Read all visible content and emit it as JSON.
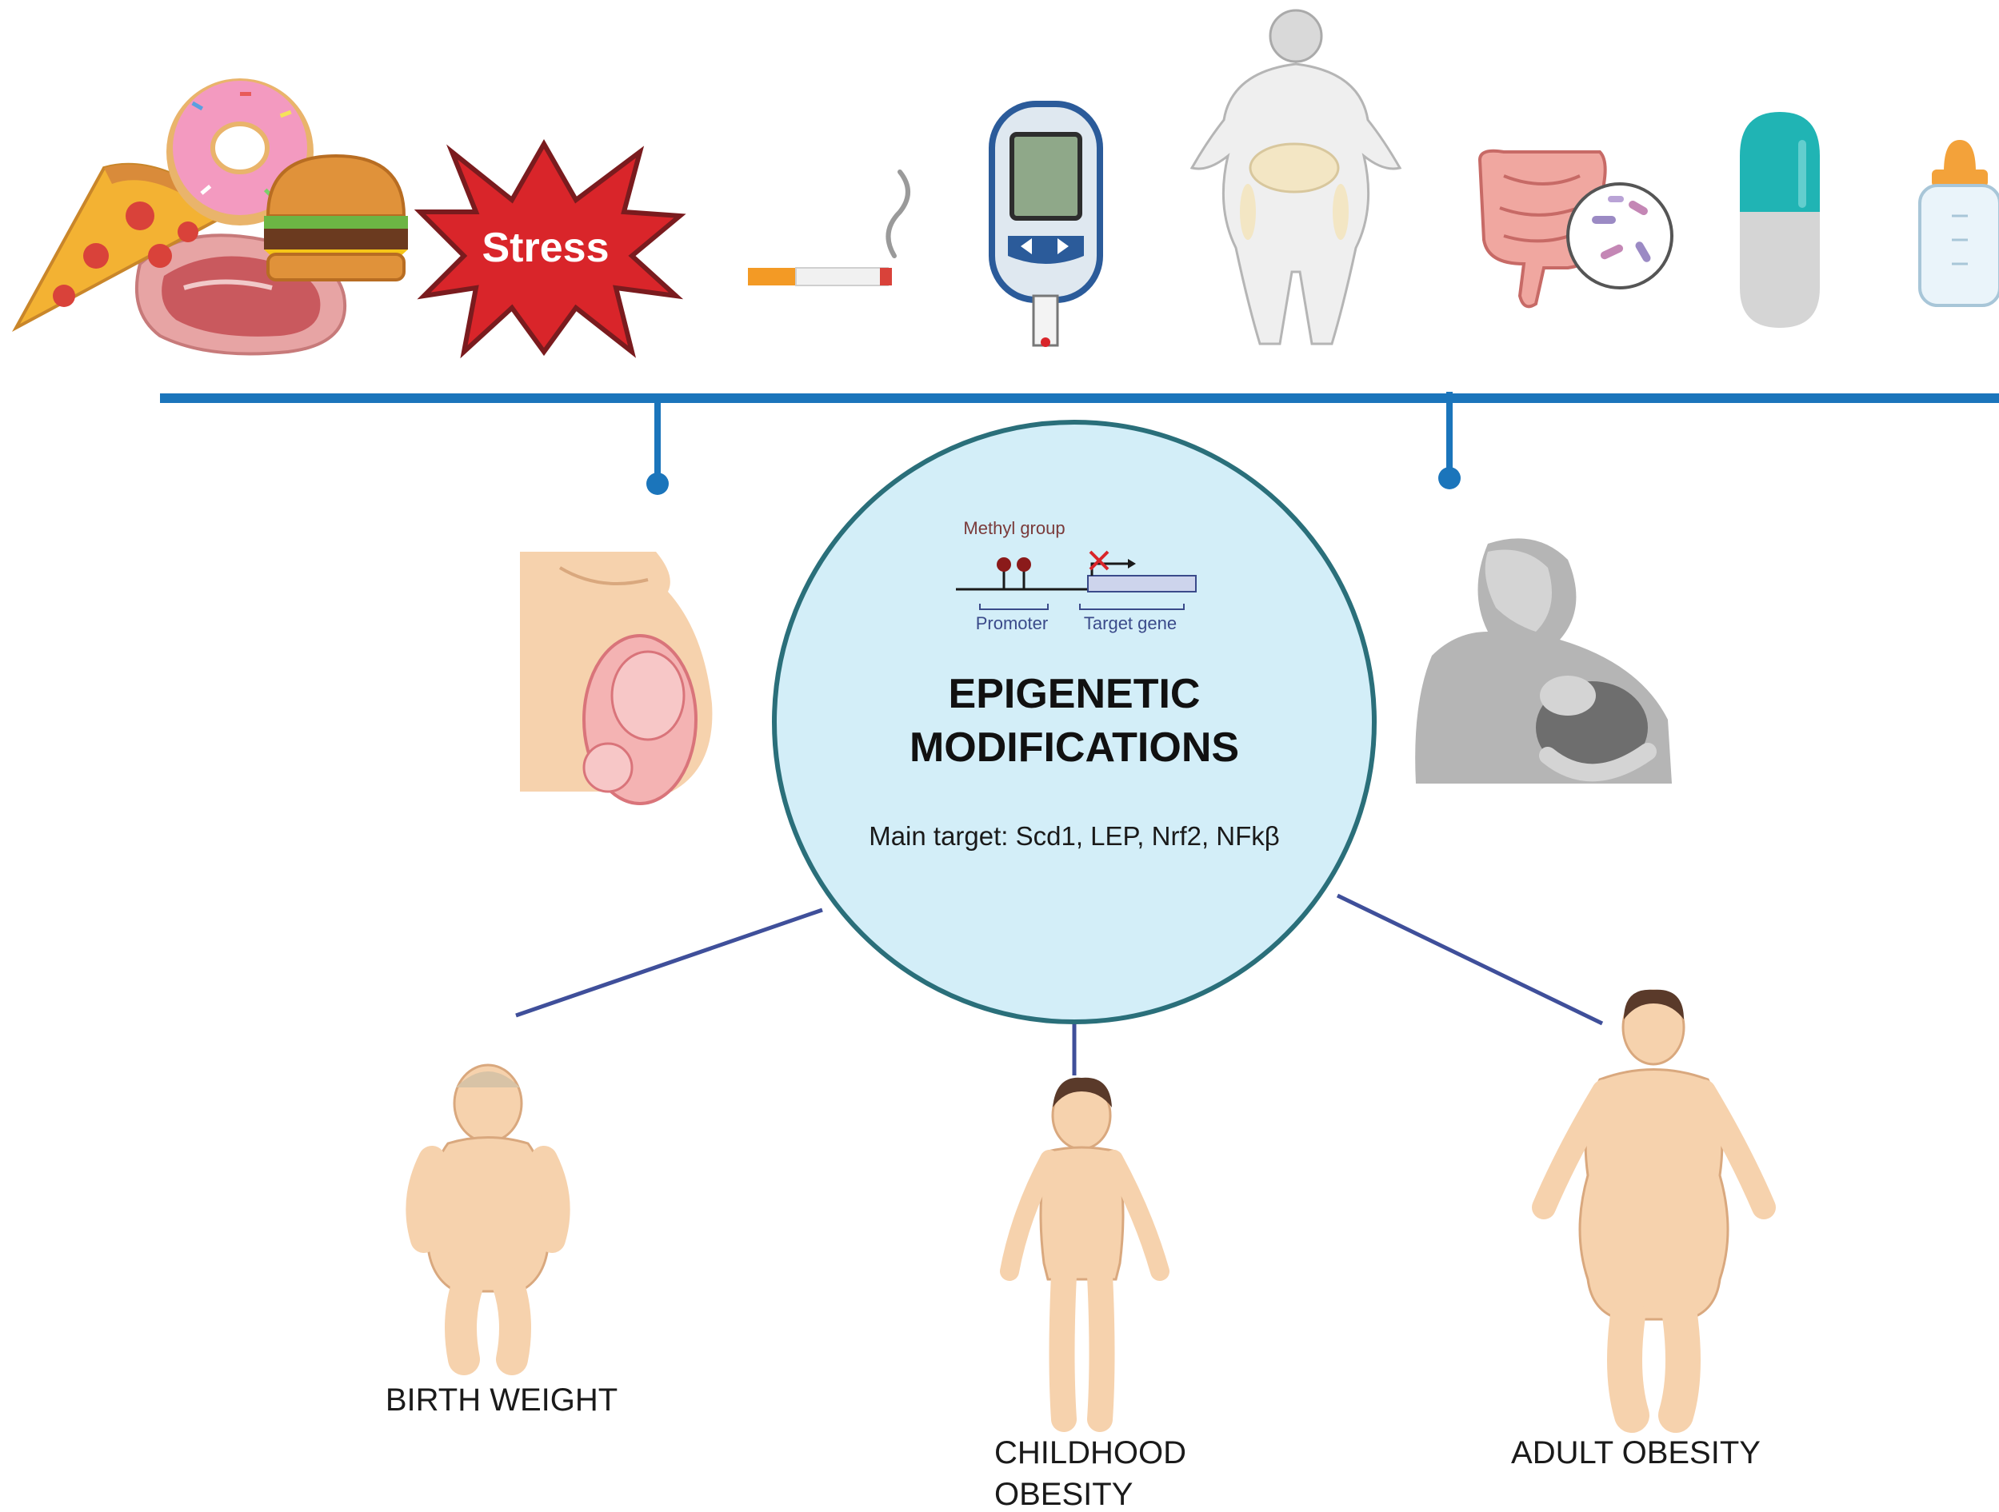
{
  "factors": {
    "stress_label": "Stress"
  },
  "center": {
    "methyl_label": "Methyl group",
    "promoter_label": "Promoter",
    "target_gene_label": "Target gene",
    "title_line1": "EPIGENETIC",
    "title_line2": "MODIFICATIONS",
    "main_target": "Main target: Scd1, LEP, Nrf2, NFkβ"
  },
  "outcomes": {
    "birth_weight": "BIRTH WEIGHT",
    "childhood_line1": "CHILDHOOD",
    "childhood_line2": "OBESITY",
    "adult": "ADULT OBESITY"
  },
  "colors": {
    "timeline": "#1b75bb",
    "circle_fill": "#d3eef8",
    "circle_stroke": "#2a6f7a",
    "connector": "#3f4f9a",
    "stress_fill": "#d9252a",
    "skin": "#f6d2ad",
    "skin_stroke": "#d9a87e"
  },
  "icons": [
    "pizza-icon",
    "donut-icon",
    "burger-icon",
    "meat-icon",
    "stress-burst-icon",
    "cigarette-icon",
    "glucose-meter-icon",
    "obese-body-icon",
    "gut-microbiota-icon",
    "capsule-icon",
    "baby-bottle-icon",
    "pregnancy-icon",
    "breastfeeding-icon",
    "baby-figure-icon",
    "child-figure-icon",
    "adult-figure-icon"
  ]
}
